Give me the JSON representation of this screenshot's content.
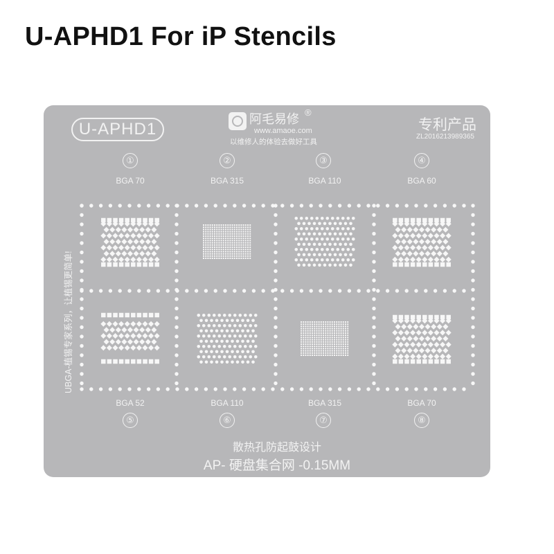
{
  "title": "U-APHD1 For iP Stencils",
  "stencil": {
    "model": "U-APHD1",
    "brand": {
      "name": "阿毛易修",
      "registered": "®",
      "url": "www.amaoe.com",
      "slogan": "以维修人的体验去做好工具"
    },
    "patent": {
      "label": "专利产品",
      "number": "ZL2016213989365"
    },
    "side_text": "UBGA-植锡专家系列，让植锡更简单!",
    "cells": [
      {
        "number": "①",
        "label": "BGA 70"
      },
      {
        "number": "②",
        "label": "BGA 315"
      },
      {
        "number": "③",
        "label": "BGA 110"
      },
      {
        "number": "④",
        "label": "BGA 60"
      },
      {
        "number": "⑤",
        "label": "BGA 52"
      },
      {
        "number": "⑥",
        "label": "BGA 110"
      },
      {
        "number": "⑦",
        "label": "BGA 315"
      },
      {
        "number": "⑧",
        "label": "BGA 70"
      }
    ],
    "footer": {
      "line1": "散热孔防起鼓设计",
      "line2": "AP- 硬盘集合网 -0.15MM"
    },
    "colors": {
      "plate": "#b7b7b9",
      "holes": "#f7f7f7",
      "text": "#f2f2f2"
    }
  }
}
